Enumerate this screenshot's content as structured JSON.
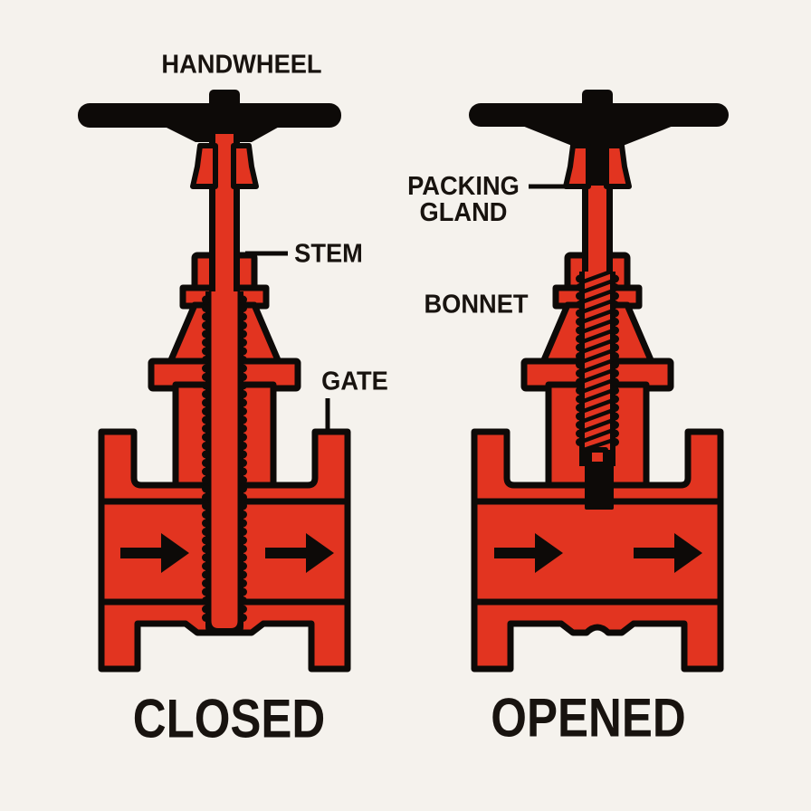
{
  "diagram": {
    "subject_labels": {
      "handwheel": "HANDWHEEL",
      "stem": "STEM",
      "gate": "GATE",
      "packing_gland_line1": "PACKING",
      "packing_gland_line2": "GLAND",
      "bonnet": "BONNET"
    },
    "captions": {
      "closed": "CLOSED",
      "opened": "OPENED"
    },
    "valves": [
      {
        "state": "CLOSED",
        "flow_arrows": 2,
        "flow_direction": "right",
        "gate_position": "down-blocking-flow"
      },
      {
        "state": "OPENED",
        "flow_arrows": 2,
        "flow_direction": "right",
        "gate_position": "raised-open"
      }
    ],
    "colors": {
      "background": "#f5f2ed",
      "valve_red": "#e23420",
      "outline_black": "#0d0a08",
      "label_text": "#18130f"
    },
    "icons": {
      "flow_arrow": "right-arrow"
    }
  }
}
